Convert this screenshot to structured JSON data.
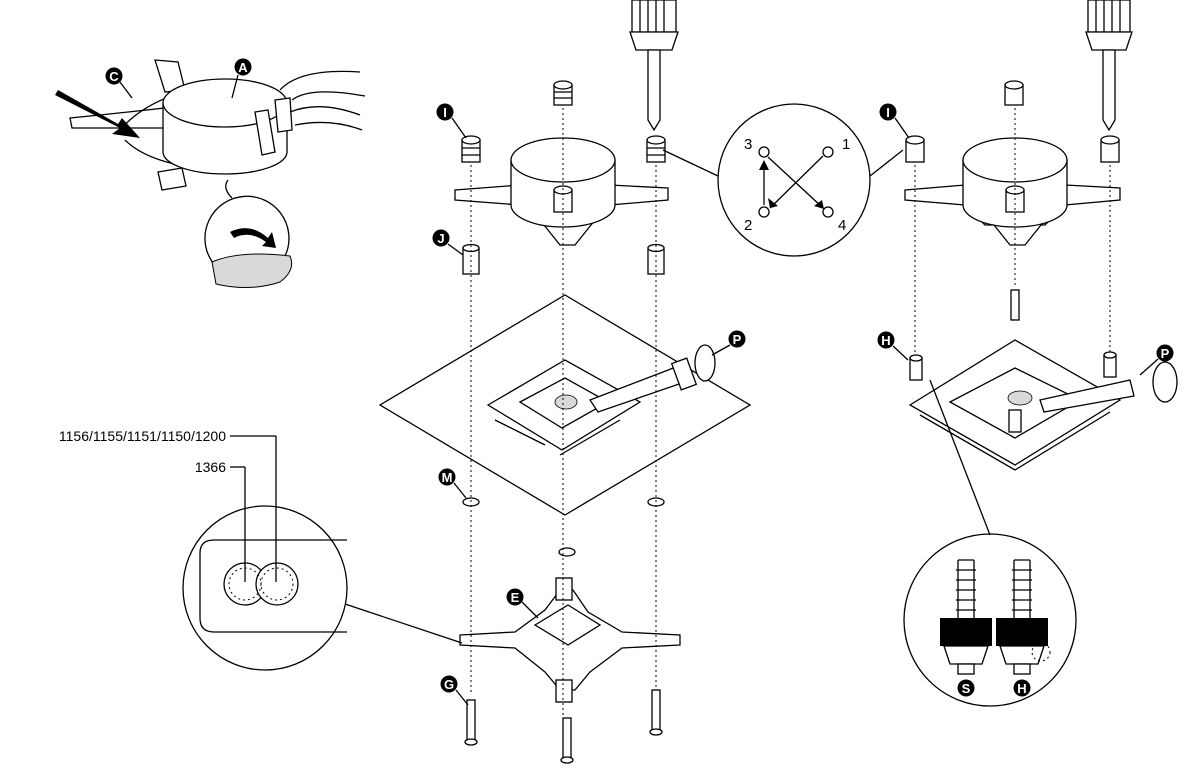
{
  "labels": {
    "a": "A",
    "c": "C",
    "i_left": "I",
    "i_right": "I",
    "j": "J",
    "m": "M",
    "e": "E",
    "g": "G",
    "p_left": "P",
    "p_right": "P",
    "h_top": "H",
    "s_detail": "S",
    "h_detail": "H"
  },
  "captions": {
    "sockets_main": "1156/1155/1151/1150/1200",
    "socket_1366": "1366"
  },
  "tighten_order": {
    "n1": "1",
    "n2": "2",
    "n3": "3",
    "n4": "4"
  },
  "colors": {
    "line": "#000000",
    "label_fill": "#000000",
    "label_text": "#ffffff",
    "thermal_paste": "#d9d9d9",
    "background": "#ffffff"
  }
}
